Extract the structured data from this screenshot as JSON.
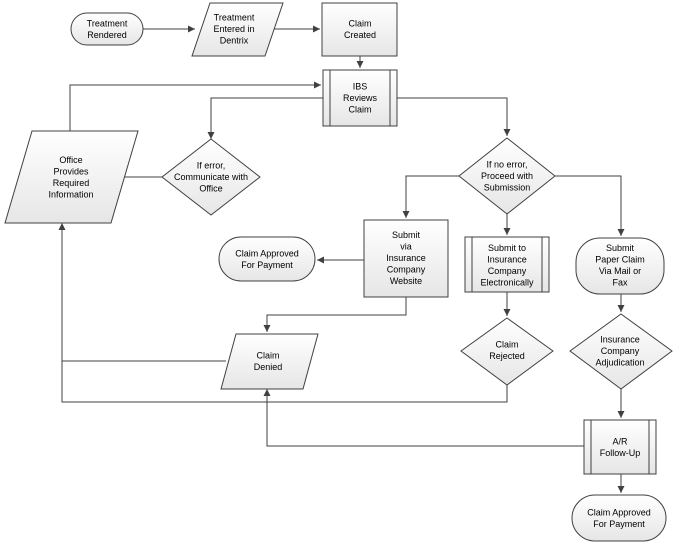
{
  "nodes": {
    "treatment_rendered": [
      "Treatment",
      "Rendered"
    ],
    "treatment_entered": [
      "Treatment",
      "Entered in",
      "Dentrix"
    ],
    "claim_created": [
      "Claim",
      "Created"
    ],
    "ibs_reviews": [
      "IBS",
      "Reviews",
      "Claim"
    ],
    "office_provides": [
      "Office",
      "Provides",
      "Required",
      "Information"
    ],
    "if_error": [
      "If error,",
      "Communicate with",
      "Office"
    ],
    "if_no_error": [
      "If no error,",
      "Proceed with",
      "Submission"
    ],
    "submit_website": [
      "Submit",
      "via",
      "Insurance",
      "Company",
      "Website"
    ],
    "submit_electronic": [
      "Submit to",
      "Insurance",
      "Company",
      "Electronically"
    ],
    "submit_paper": [
      "Submit",
      "Paper Claim",
      "Via Mail or",
      "Fax"
    ],
    "approved_left": [
      "Claim Approved",
      "For Payment"
    ],
    "claim_denied": [
      "Claim",
      "Denied"
    ],
    "claim_rejected": [
      "Claim",
      "Rejected"
    ],
    "adjudication": [
      "Insurance",
      "Company",
      "Adjudication"
    ],
    "ar_followup": [
      "A/R",
      "Follow-Up"
    ],
    "approved_bottom": [
      "Claim Approved",
      "For Payment"
    ]
  }
}
